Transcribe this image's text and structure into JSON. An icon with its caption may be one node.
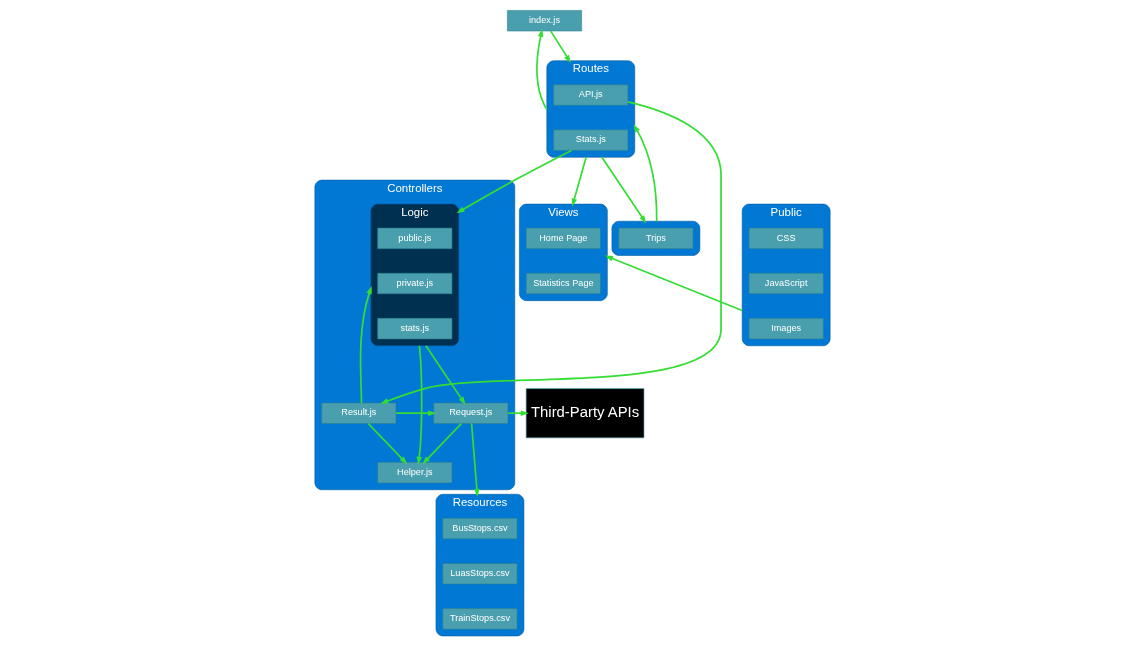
{
  "diagram": {
    "nodes": [
      {
        "text": [
          "index.js"
        ]
      },
      {
        "text": [
          "Routes"
        ]
      },
      {
        "text": [
          "API.js"
        ],
        "in": 1
      },
      {
        "text": [
          "Stats.js"
        ],
        "in": 1
      },
      {
        "text": [],
        "shape": "box"
      },
      {
        "text": [
          "Trips"
        ],
        "in": 4
      },
      {
        "text": [
          "Controllers"
        ]
      },
      {
        "text": [
          "Result.js"
        ],
        "in": 6
      },
      {
        "text": [
          "Request.js"
        ],
        "in": 6
      },
      {
        "text": [
          "Logic"
        ],
        "in": 6
      },
      {
        "text": [
          "public.js"
        ],
        "in": 9
      },
      {
        "text": [
          "private.js"
        ],
        "in": 9
      },
      {
        "text": [
          "stats.js"
        ],
        "in": 9
      },
      {
        "text": [
          "Helper.js"
        ],
        "in": 6
      },
      {
        "text": [
          "Third-Party APIs"
        ]
      },
      {
        "text": [
          "Resources"
        ]
      },
      {
        "text": [
          "BusStops.csv"
        ],
        "in": 15
      },
      {
        "text": [
          "LuasStops.csv"
        ],
        "in": 15
      },
      {
        "text": [
          "TrainStops.csv"
        ],
        "in": 15
      },
      {
        "text": [
          "Views"
        ]
      },
      {
        "text": [
          "Home Page"
        ],
        "in": 19
      },
      {
        "text": [
          "Statistics Page"
        ],
        "in": 19
      },
      {
        "text": [
          "Public"
        ]
      },
      {
        "text": [
          "CSS"
        ],
        "in": 22
      },
      {
        "text": [
          "JavaScript"
        ],
        "in": 22
      },
      {
        "text": [
          "Images"
        ],
        "in": 22
      }
    ],
    "edges": [
      {
        "from": 0,
        "to": 1,
        "arrow": "to"
      },
      {
        "from": 1,
        "to": 0,
        "arrow": "to"
      },
      {
        "from": 1,
        "to": 4,
        "arrow": "to"
      },
      {
        "from": 4,
        "to": 1,
        "arrow": "to"
      },
      {
        "from": 2,
        "to": 7,
        "arrow": "to"
      },
      {
        "from": 3,
        "to": 9,
        "arrow": "to"
      },
      {
        "from": 1,
        "to": 19,
        "arrow": "to"
      },
      {
        "from": 7,
        "to": 8,
        "arrow": "to"
      },
      {
        "from": 7,
        "to": 9,
        "arrow": "to"
      },
      {
        "from": 9,
        "to": 8,
        "arrow": "to"
      },
      {
        "from": 7,
        "to": 13,
        "arrow": "to"
      },
      {
        "from": 9,
        "to": 13,
        "arrow": "to"
      },
      {
        "from": 8,
        "to": 13,
        "arrow": "to"
      },
      {
        "from": 8,
        "to": 14,
        "arrow": "to"
      },
      {
        "from": 8,
        "to": 15,
        "arrow": "to"
      },
      {
        "from": 22,
        "to": 19,
        "arrow": "to"
      }
    ]
  }
}
